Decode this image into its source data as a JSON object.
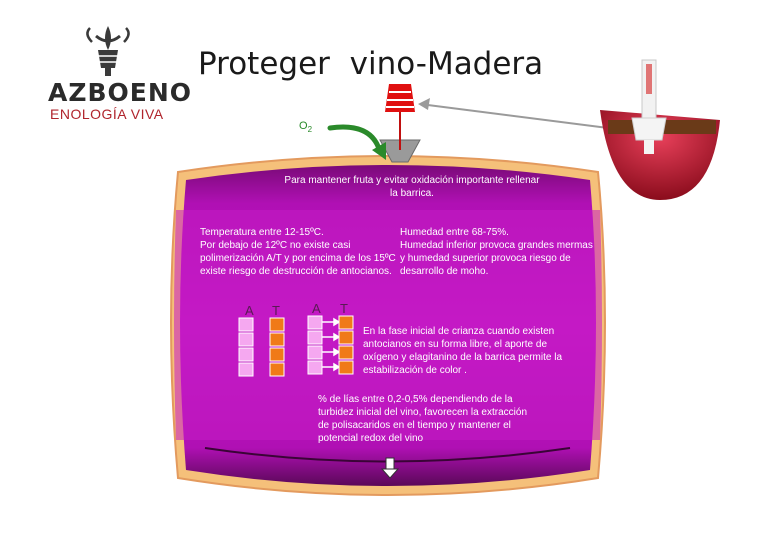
{
  "logo": {
    "wordmark": "AZBOENO",
    "tagline": "ENOLOGÍA VIVA"
  },
  "title": "Proteger  vino-Madera",
  "oxygen": {
    "symbol": "O",
    "subscript": "2"
  },
  "notes": {
    "top": "Para mantener fruta y evitar  oxidación  importante rellenar la barrica.",
    "temperature": "Temperatura entre 12-15ºC.\nPor debajo de 12ºC no existe casi polimerización A/T y por encima de los 15ºC existe riesgo de destrucción de antocianos.",
    "humidity": "Humedad entre 68-75%.\nHumedad inferior provoca grandes mermas y humedad superior provoca riesgo de desarrollo de moho.",
    "color": "En la fase inicial de crianza cuando existen antocianos en su forma libre, el aporte de oxígeno y elagitanino de la barrica permite la estabilización de color .",
    "lees": "% de lías entre 0,2-0,5% dependiendo de la turbidez inicial del vino, favorecen la extracción de polisacaridos en el tiempo y mantener el potencial redox del vino"
  },
  "labels": {
    "a": "A",
    "t": "T"
  },
  "colors": {
    "barrel": "#c010c0",
    "barrel_edge": "#f5c07a",
    "anthocyanin": "#f5a8f0",
    "tannin": "#f07a18",
    "bung": "#e01010"
  }
}
